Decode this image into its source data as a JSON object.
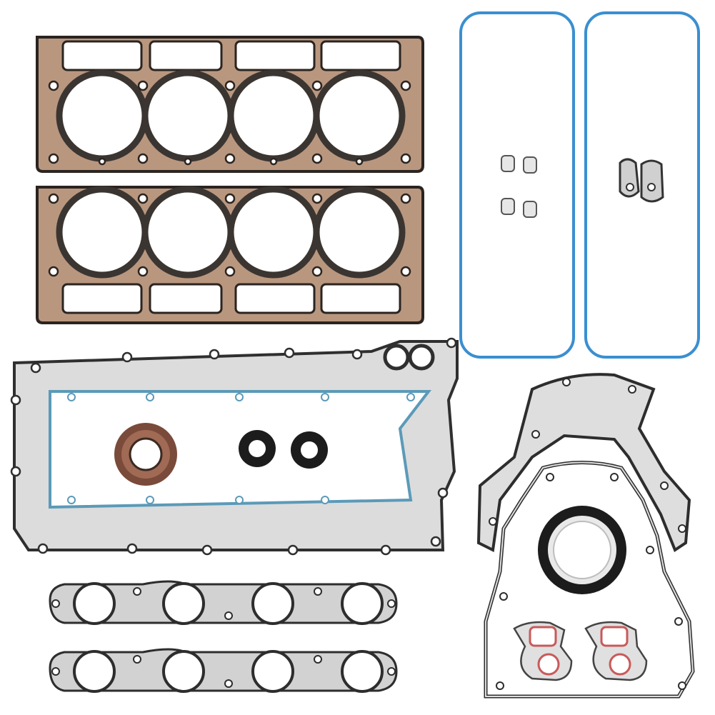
{
  "colors": {
    "background": "#ffffff",
    "head_gasket_fill": "#b9977f",
    "head_gasket_edge": "#2b2420",
    "bore_ring": "#3b3532",
    "valve_cover_seal": "#3a8fd0",
    "pan_gasket_fill": "#dcdcdc",
    "pan_gasket_edge": "#2f2f2f",
    "pan_inner_seal": "#5b9ab8",
    "seal_rubber": "#1c1c1c",
    "seal_brown": "#7a4a3a",
    "manifold_fill": "#d2d2d2",
    "manifold_edge": "#2d2d2d",
    "small_gasket_red": "#c85a5a",
    "small_gasket_grey": "#d0d0d0"
  },
  "parts": [
    {
      "name": "cylinder-head-gasket",
      "count": 2
    },
    {
      "name": "valve-cover-gasket",
      "count": 2
    },
    {
      "name": "oil-pan-gasket",
      "count": 1
    },
    {
      "name": "exhaust-manifold-gasket",
      "count": 2
    },
    {
      "name": "timing-cover-gasket",
      "count": 1
    },
    {
      "name": "rear-main-seal-cover-gasket",
      "count": 1
    },
    {
      "name": "rear-main-seal",
      "count": 1
    },
    {
      "name": "front-crank-seal",
      "count": 1
    },
    {
      "name": "valve-stem-seal",
      "count": 2
    },
    {
      "name": "water-pump-gasket",
      "count": 2
    },
    {
      "name": "small-grommet",
      "count": 4
    },
    {
      "name": "oil-pickup-gasket",
      "count": 2
    }
  ]
}
